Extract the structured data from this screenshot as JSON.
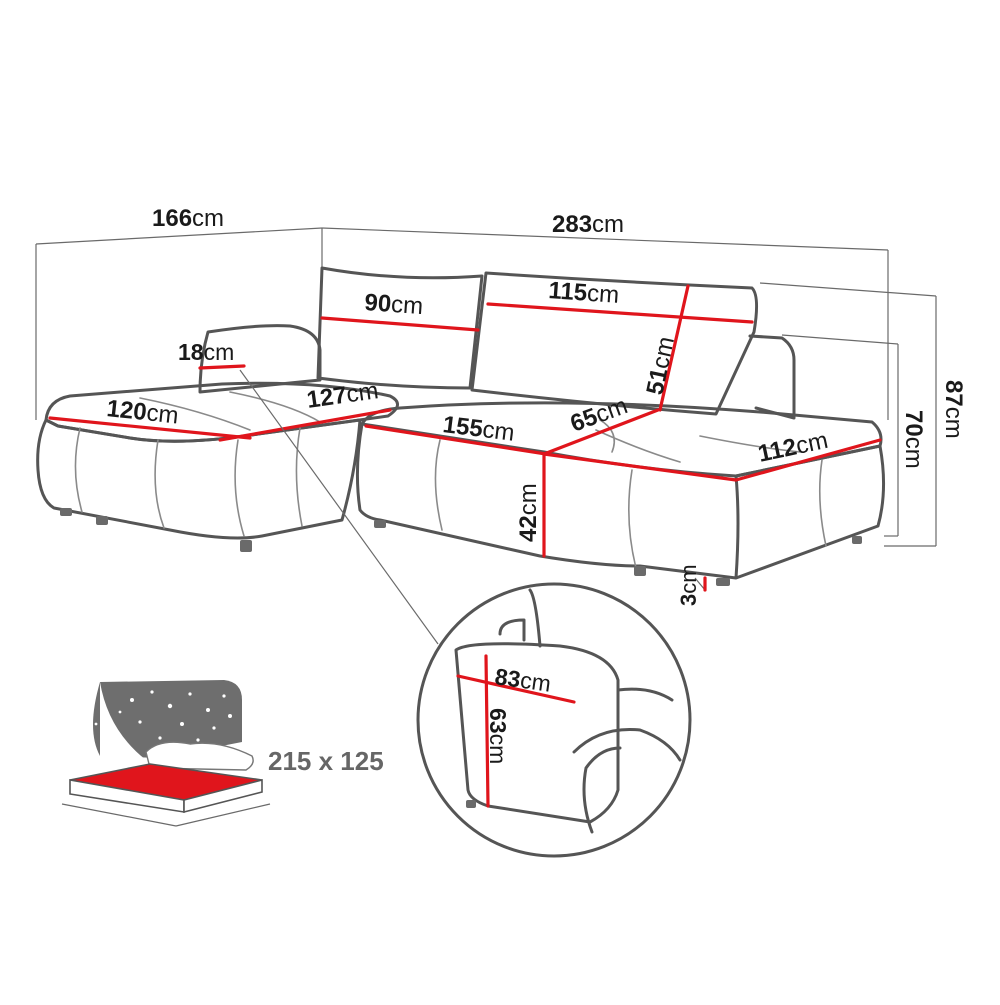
{
  "colors": {
    "dimension": "#e0151c",
    "outline": "#555555",
    "bed": "#e0151c",
    "night": "#6e6e6e"
  },
  "unit": "cm",
  "dimensions": {
    "chaise_depth": {
      "value": "166"
    },
    "total_width": {
      "value": "283"
    },
    "cushion_left": {
      "value": "90"
    },
    "cushion_right": {
      "value": "115"
    },
    "armrest_width": {
      "value": "18"
    },
    "cushion_height": {
      "value": "51"
    },
    "chaise_width": {
      "value": "120"
    },
    "chaise_seat": {
      "value": "127"
    },
    "seat_width": {
      "value": "155"
    },
    "seat_depth": {
      "value": "65"
    },
    "sofa_depth": {
      "value": "112"
    },
    "total_height": {
      "value": "87"
    },
    "backrest_height": {
      "value": "70"
    },
    "seat_height": {
      "value": "42"
    },
    "leg_height": {
      "value": "3"
    }
  },
  "detail": {
    "arm_depth": {
      "value": "83"
    },
    "arm_height": {
      "value": "63"
    }
  },
  "bed": {
    "icon": "bed-function-icon",
    "size_label": "215 x 125"
  }
}
